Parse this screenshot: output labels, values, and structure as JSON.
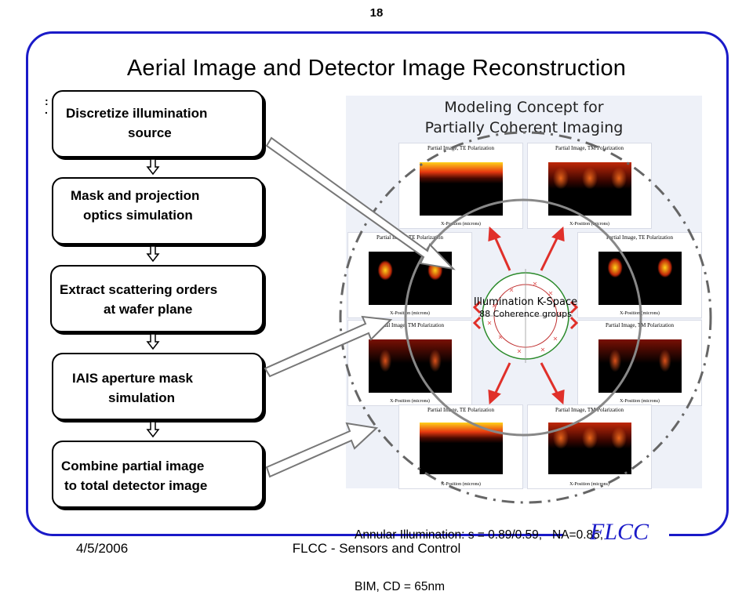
{
  "page_number": "18",
  "title": "Aerial Image and Detector Image Reconstruction",
  "steps": [
    {
      "line1": "Discretize illumination",
      "line2": "source"
    },
    {
      "line1": "Mask and projection",
      "line2": "optics simulation"
    },
    {
      "line1": "Extract scattering orders",
      "line2": "at wafer plane"
    },
    {
      "line1": "IAIS aperture mask",
      "line2": "simulation"
    },
    {
      "line1": "Combine partial image",
      "line2": "to total detector image"
    }
  ],
  "figure": {
    "title_line1": "Modeling Concept for",
    "title_line2": "Partially Coherent Imaging",
    "center_line1": "Illumination K-Space",
    "center_line2": "88 Coherence groups",
    "panel_titles": {
      "te": "Partial Image, TE Polarization",
      "tm": "Partial Image, TM Polarization"
    },
    "x_axis_label": "X-Position (microns)"
  },
  "caption": {
    "line1": "Annular Illumination: s = 0.89/0.59,   NA=0.85,",
    "line2": "BIM, CD = 65nm"
  },
  "footer": {
    "date": "4/5/2006",
    "center": "FLCC - Sensors and Control",
    "logo": "FLCC"
  },
  "colors": {
    "frame": "#1a1ac8",
    "arrow_red": "#e0302a",
    "heat_hot": "#ffd21a",
    "heat_mid": "#d83a10"
  }
}
